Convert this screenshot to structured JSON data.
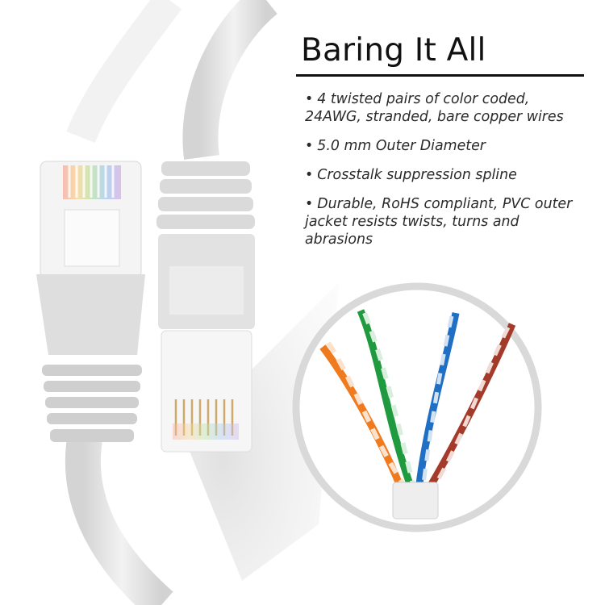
{
  "heading": "Baring It All",
  "bullet_char": "•",
  "features": [
    "4 twisted pairs of color coded, 24AWG, stranded, bare copper wires",
    "5.0 mm Outer Diameter",
    "Crosstalk suppression spline",
    "Durable, RoHS compliant, PVC outer jacket resists twists, turns and abrasions"
  ],
  "colors": {
    "cable": "#e6e6e6",
    "wire_orange": "#f07a1e",
    "wire_green": "#1f9a3e",
    "wire_blue": "#1f6fc4",
    "wire_brown": "#a33a2a",
    "copper": "#c9a25a"
  },
  "icons": [
    "rj45-connector-front",
    "rj45-connector-side",
    "twisted-pair-wires-closeup"
  ]
}
